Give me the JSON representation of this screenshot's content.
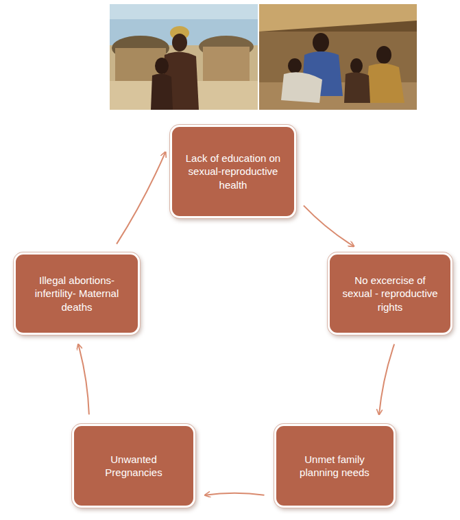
{
  "diagram": {
    "nodes": [
      {
        "text": [
          "Lack of education on sexual-reproductive health"
        ]
      },
      {
        "text": [
          "No excercise of sexual - reproductive rights"
        ]
      },
      {
        "text": [
          "Unmet family planning needs"
        ]
      },
      {
        "text": [
          "Unwanted Pregnancies"
        ]
      },
      {
        "text": [
          "Illegal abortions-infertility- Maternal deaths"
        ]
      }
    ],
    "edges": [
      {
        "from": 0,
        "to": 1,
        "arrow": "to"
      },
      {
        "from": 1,
        "to": 2,
        "arrow": "to"
      },
      {
        "from": 2,
        "to": 3,
        "arrow": "to"
      },
      {
        "from": 3,
        "to": 4,
        "arrow": "to"
      },
      {
        "from": 4,
        "to": 0,
        "arrow": "to"
      }
    ]
  }
}
